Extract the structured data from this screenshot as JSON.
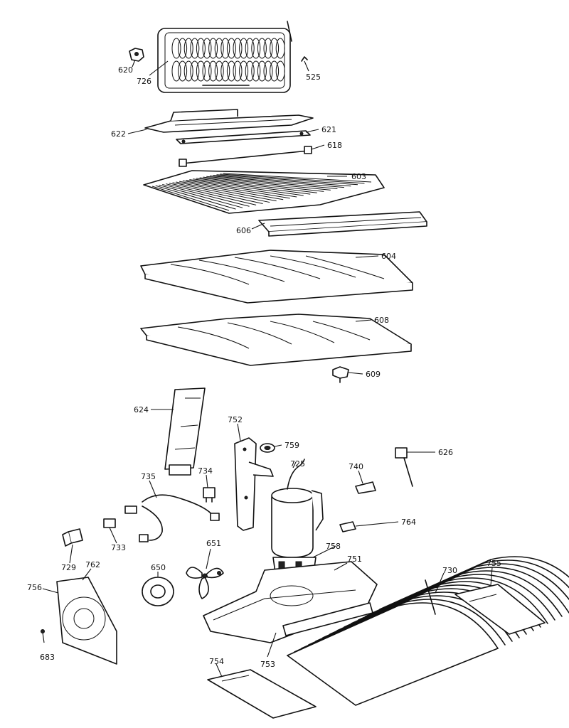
{
  "parts": [
    {
      "id": "p620",
      "label": "620"
    },
    {
      "id": "p726",
      "label": "726"
    },
    {
      "id": "p525",
      "label": "525"
    },
    {
      "id": "p622",
      "label": "622"
    },
    {
      "id": "p621",
      "label": "621"
    },
    {
      "id": "p618",
      "label": "618"
    },
    {
      "id": "p603",
      "label": "603"
    },
    {
      "id": "p606",
      "label": "606"
    },
    {
      "id": "p604",
      "label": "604"
    },
    {
      "id": "p608",
      "label": "608"
    },
    {
      "id": "p609",
      "label": "609"
    },
    {
      "id": "p624",
      "label": "624"
    },
    {
      "id": "p752",
      "label": "752"
    },
    {
      "id": "p759",
      "label": "759"
    },
    {
      "id": "p725",
      "label": "725"
    },
    {
      "id": "p740",
      "label": "740"
    },
    {
      "id": "p626",
      "label": "626"
    },
    {
      "id": "p735",
      "label": "735"
    },
    {
      "id": "p734",
      "label": "734"
    },
    {
      "id": "p764",
      "label": "764"
    },
    {
      "id": "p733",
      "label": "733"
    },
    {
      "id": "p651",
      "label": "651"
    },
    {
      "id": "p758",
      "label": "758"
    },
    {
      "id": "p751",
      "label": "751"
    },
    {
      "id": "p729",
      "label": "729"
    },
    {
      "id": "p762",
      "label": "762"
    },
    {
      "id": "p650",
      "label": "650"
    },
    {
      "id": "p730",
      "label": "730"
    },
    {
      "id": "p755",
      "label": "755"
    },
    {
      "id": "p756",
      "label": "756"
    },
    {
      "id": "p683",
      "label": "683"
    },
    {
      "id": "p754",
      "label": "754"
    },
    {
      "id": "p753",
      "label": "753"
    }
  ]
}
